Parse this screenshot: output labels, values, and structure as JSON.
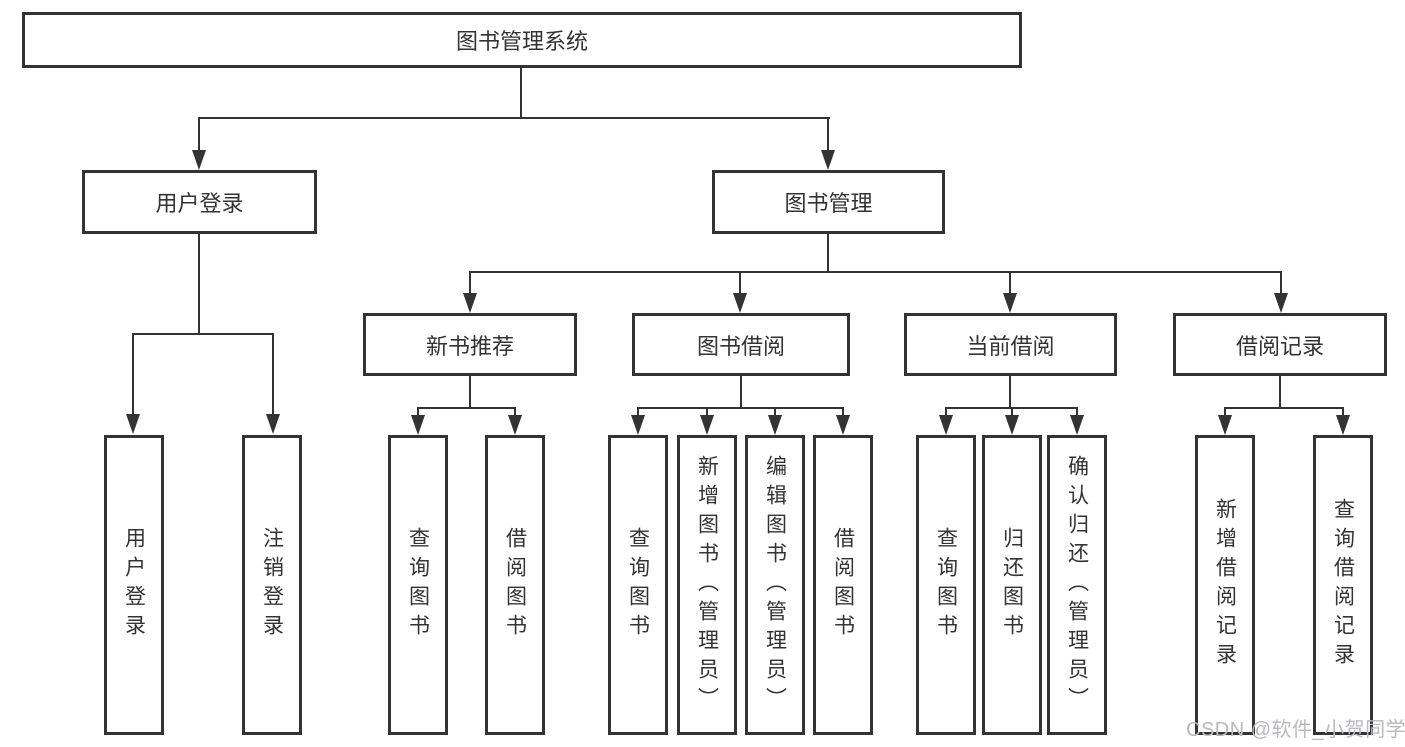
{
  "page": {
    "background_color": "#ffffff",
    "line_color": "#333333"
  },
  "tree": {
    "root": {
      "label": "图书管理系统"
    },
    "branches": [
      {
        "label": "用户登录",
        "children": [
          {
            "label": "用户登录"
          },
          {
            "label": "注销登录"
          }
        ]
      },
      {
        "label": "图书管理",
        "children": [
          {
            "label": "新书推荐",
            "children": [
              {
                "label": "查询图书"
              },
              {
                "label": "借阅图书"
              }
            ]
          },
          {
            "label": "图书借阅",
            "children": [
              {
                "label": "查询图书"
              },
              {
                "label": "新增图书（管理员）"
              },
              {
                "label": "编辑图书（管理员）"
              },
              {
                "label": "借阅图书"
              }
            ]
          },
          {
            "label": "当前借阅",
            "children": [
              {
                "label": "查询图书"
              },
              {
                "label": "归还图书"
              },
              {
                "label": "确认归还（管理员）"
              }
            ]
          },
          {
            "label": "借阅记录",
            "children": [
              {
                "label": "新增借阅记录"
              },
              {
                "label": "查询借阅记录"
              }
            ]
          }
        ]
      }
    ]
  },
  "watermark": {
    "text": "CSDN @软件_小贺同学",
    "color": "#b9b9be"
  }
}
